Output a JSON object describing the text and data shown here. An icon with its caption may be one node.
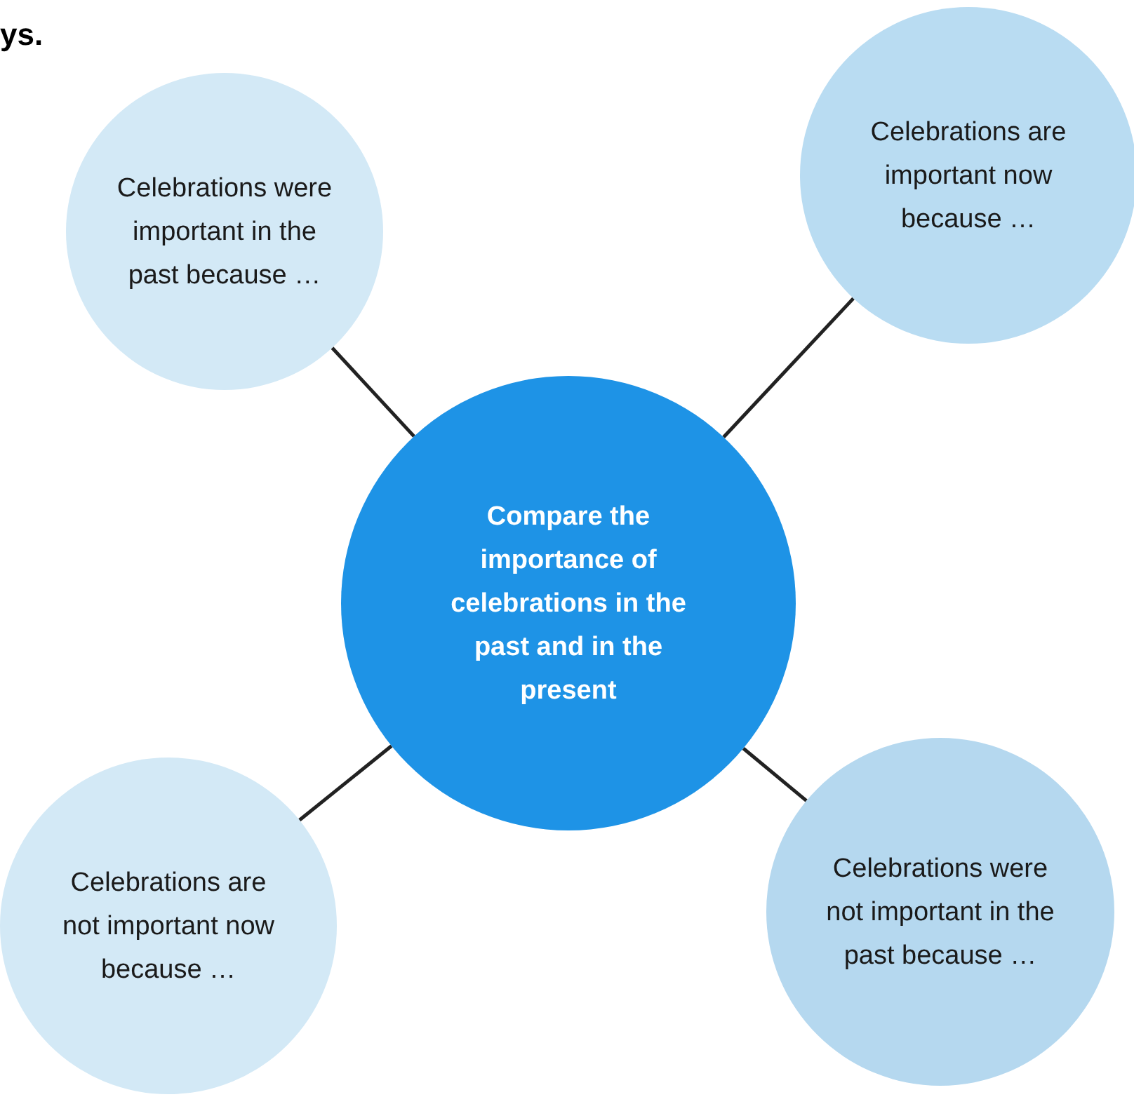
{
  "diagram": {
    "nodes": [
      {
        "text": [
          "Compare the importance of celebrations in the past and in the present"
        ]
      },
      {
        "text": [
          "Celebrations were important in the past because …"
        ]
      },
      {
        "text": [
          "Celebrations are important now because …"
        ]
      },
      {
        "text": [
          "Celebrations are not important now because …"
        ]
      },
      {
        "text": [
          "Celebrations were not important in the past because …"
        ]
      }
    ],
    "edges": [
      {
        "from": 0,
        "to": 1,
        "arrow": "none"
      },
      {
        "from": 0,
        "to": 2,
        "arrow": "none"
      },
      {
        "from": 0,
        "to": 3,
        "arrow": "none"
      },
      {
        "from": 0,
        "to": 4,
        "arrow": "none"
      }
    ],
    "labels": [
      "ys."
    ]
  }
}
